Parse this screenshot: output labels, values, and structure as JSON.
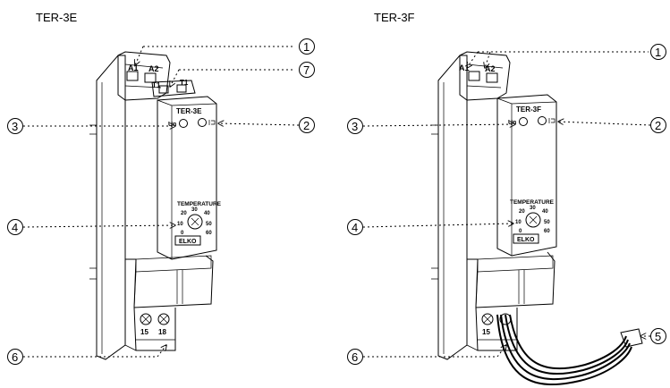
{
  "titles": {
    "left": "TER-3E",
    "right": "TER-3F"
  },
  "left_device": {
    "terminal_a1": "A1",
    "terminal_a2": "A2",
    "terminal_t1": "T1",
    "terminal_t1_b": "T1",
    "model": "TER-3E",
    "led_un": "Un",
    "dial_label": "TEMPERATURE",
    "dial_ticks": [
      "20",
      "30",
      "40",
      "10",
      "50",
      "0",
      "60"
    ],
    "logo": "ELKO",
    "terminal_15": "15",
    "terminal_18": "18"
  },
  "right_device": {
    "terminal_a1": "A1",
    "terminal_a2": "A2",
    "model": "TER-3F",
    "led_un": "Un",
    "dial_label": "TEMPERATURE",
    "dial_ticks": [
      "20",
      "30",
      "40",
      "10",
      "50",
      "0",
      "60"
    ],
    "logo": "ELKO",
    "terminal_15": "15"
  },
  "callouts": {
    "c1": "1",
    "c2": "2",
    "c3": "3",
    "c4": "4",
    "c5": "5",
    "c6": "6",
    "c7": "7"
  },
  "icons": [
    "relay-led-icon",
    "temperature-dial-icon",
    "elko-logo-icon",
    "screw-terminal-icon",
    "sensor-cable-icon"
  ]
}
